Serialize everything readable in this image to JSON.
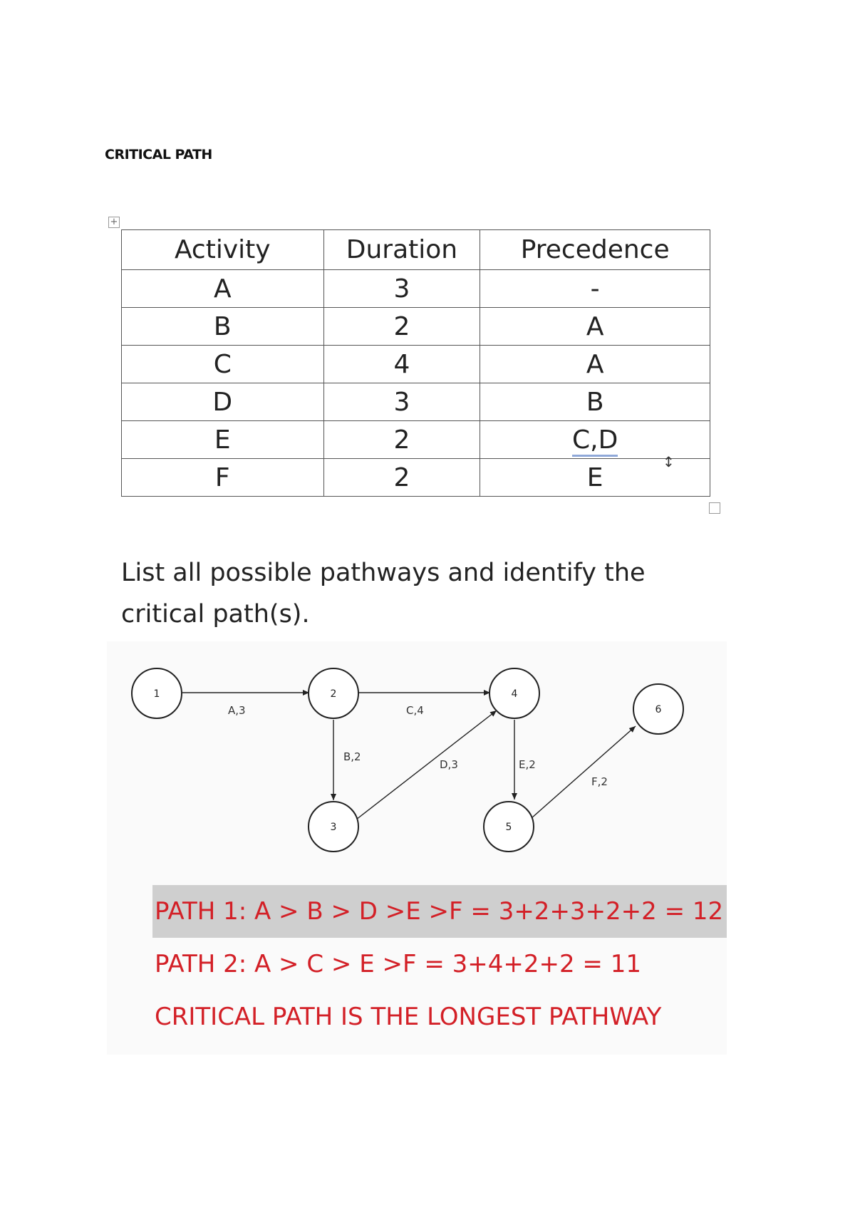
{
  "title": "CRITICAL PATH",
  "table": {
    "headers": [
      "Activity",
      "Duration",
      "Precedence"
    ],
    "rows": [
      [
        "A",
        "3",
        "-"
      ],
      [
        "B",
        "2",
        "A"
      ],
      [
        "C",
        "4",
        "A"
      ],
      [
        "D",
        "3",
        "B"
      ],
      [
        "E",
        "2",
        "C,D"
      ],
      [
        "F",
        "2",
        "E"
      ]
    ]
  },
  "question": "List all possible pathways and identify the critical path(s).",
  "network": {
    "nodes": [
      "1",
      "2",
      "3",
      "4",
      "5",
      "6"
    ],
    "edges": [
      {
        "from": "1",
        "to": "2",
        "label": "A,3"
      },
      {
        "from": "2",
        "to": "4",
        "label": "C,4"
      },
      {
        "from": "2",
        "to": "3",
        "label": "B,2"
      },
      {
        "from": "3",
        "to": "4",
        "label": "D,3"
      },
      {
        "from": "4",
        "to": "5",
        "label": "E,2"
      },
      {
        "from": "5",
        "to": "6",
        "label": "F,2"
      }
    ]
  },
  "paths": {
    "path1": "PATH 1: A > B > D >E >F  = 3+2+3+2+2 = 12",
    "path2": "PATH 2: A > C > E >F  = 3+4+2+2 = 11",
    "conclusion": "CRITICAL PATH IS THE LONGEST PATHWAY"
  },
  "colors": {
    "path_text": "#d32027",
    "highlight": "#cfcfcf"
  }
}
